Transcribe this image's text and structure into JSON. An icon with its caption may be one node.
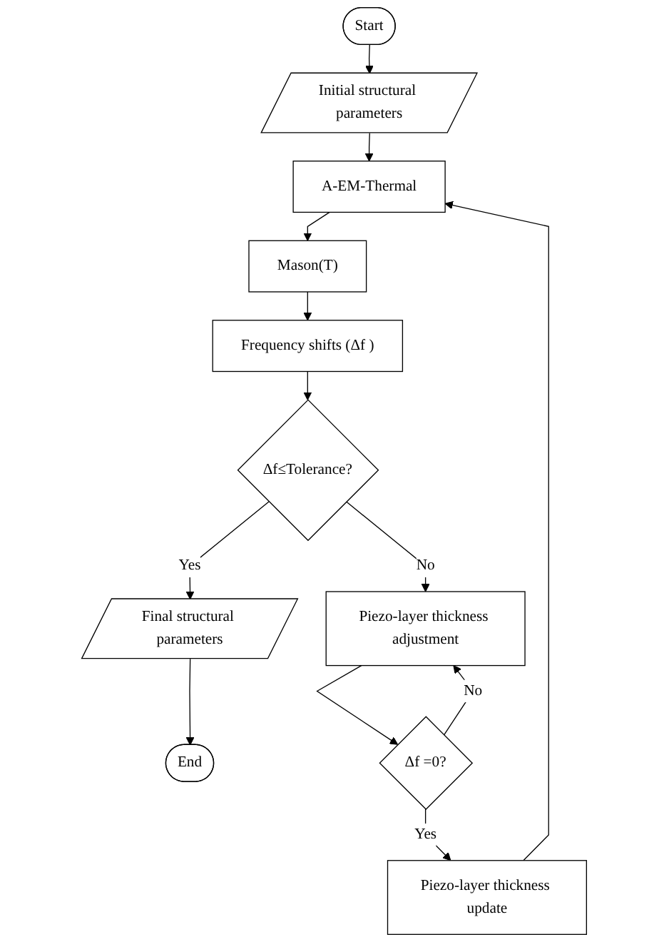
{
  "diagram": {
    "nodes": [
      {
        "text": [
          "Start"
        ]
      },
      {
        "text": [
          "Initial structural parameters"
        ]
      },
      {
        "text": [
          "A-EM-Thermal"
        ]
      },
      {
        "text": [
          "Mason(T)"
        ]
      },
      {
        "text": [
          "Frequency shifts (Δf )"
        ]
      },
      {
        "text": [
          "Δf≤Tolerance?"
        ]
      },
      {
        "text": [
          "Final structural parameters"
        ]
      },
      {
        "text": [
          "End"
        ]
      },
      {
        "text": [
          "Piezo-layer thickness adjustment"
        ]
      },
      {
        "text": [
          "Δf =0?"
        ]
      },
      {
        "text": [
          "Piezo-layer thickness update"
        ]
      }
    ],
    "edges": [
      {
        "from": 0,
        "to": 1,
        "arrow": "to"
      },
      {
        "from": 1,
        "to": 2,
        "arrow": "to"
      },
      {
        "from": 2,
        "to": 3,
        "arrow": "to"
      },
      {
        "from": 3,
        "to": 4,
        "arrow": "to"
      },
      {
        "from": 4,
        "to": 5,
        "arrow": "to"
      },
      {
        "from": 5,
        "to": 6,
        "label": "Yes",
        "arrow": "to"
      },
      {
        "from": 6,
        "to": 7,
        "arrow": "to"
      },
      {
        "from": 5,
        "to": 8,
        "label": "No",
        "arrow": "to"
      },
      {
        "from": 8,
        "to": 9,
        "arrow": "to"
      },
      {
        "from": 9,
        "to": 10,
        "label": "Yes",
        "arrow": "to"
      },
      {
        "from": 10,
        "to": 2,
        "arrow": "to"
      },
      {
        "from": 9,
        "to": 8,
        "label": "No",
        "arrow": "to"
      }
    ]
  }
}
